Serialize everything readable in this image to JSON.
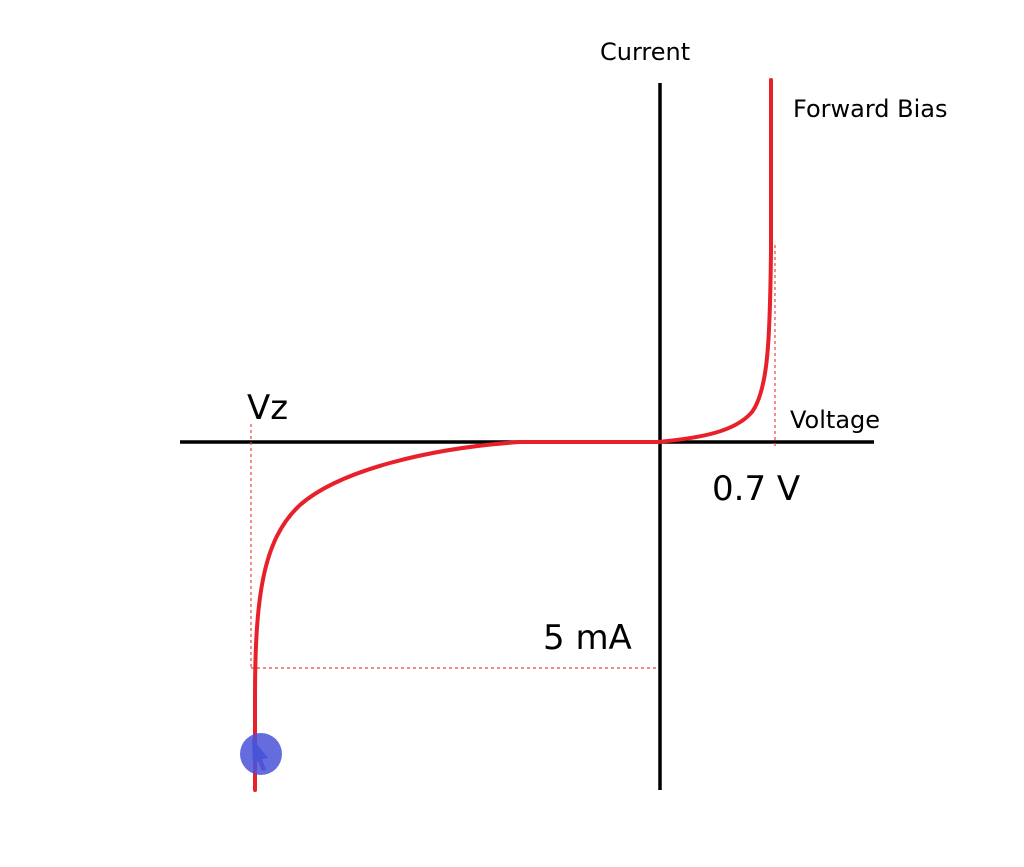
{
  "labels": {
    "current_axis": "Current",
    "voltage_axis": "Voltage",
    "forward_bias": "Forward Bias",
    "zener_voltage": "Vz",
    "knee_voltage": "0.7 V",
    "test_current": "5 mA"
  },
  "colors": {
    "curve": "#e8202a",
    "axes": "#000000",
    "cursor": "#4a52d8"
  },
  "icons": {
    "cursor": "mouse-cursor-highlight-icon"
  }
}
